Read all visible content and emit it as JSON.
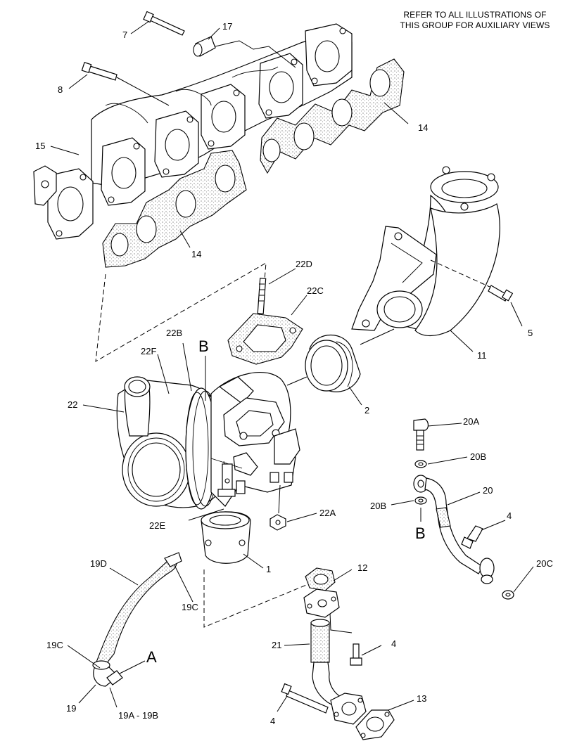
{
  "note": {
    "line1": "REFER TO ALL ILLUSTRATIONS OF",
    "line2": "THIS GROUP FOR AUXILIARY VIEWS"
  },
  "labels": {
    "l7": "7",
    "l17": "17",
    "l8": "8",
    "l15": "15",
    "l14a": "14",
    "l14b": "14",
    "l22d": "22D",
    "l22c": "22C",
    "l22b": "22B",
    "l22f": "22F",
    "l22": "22",
    "lB1": "B",
    "l2": "2",
    "l11": "11",
    "l5": "5",
    "l20a": "20A",
    "l20b1": "20B",
    "l20": "20",
    "l20b2": "20B",
    "lB2": "B",
    "l4a": "4",
    "l20c": "20C",
    "l22a": "22A",
    "l22e": "22E",
    "l1": "1",
    "l19d": "19D",
    "l19c1": "19C",
    "l12": "12",
    "l21": "21",
    "l4b": "4",
    "l19c2": "19C",
    "lA": "A",
    "l19": "19",
    "l19ab": "19A - 19B",
    "l13": "13",
    "l4c": "4"
  }
}
